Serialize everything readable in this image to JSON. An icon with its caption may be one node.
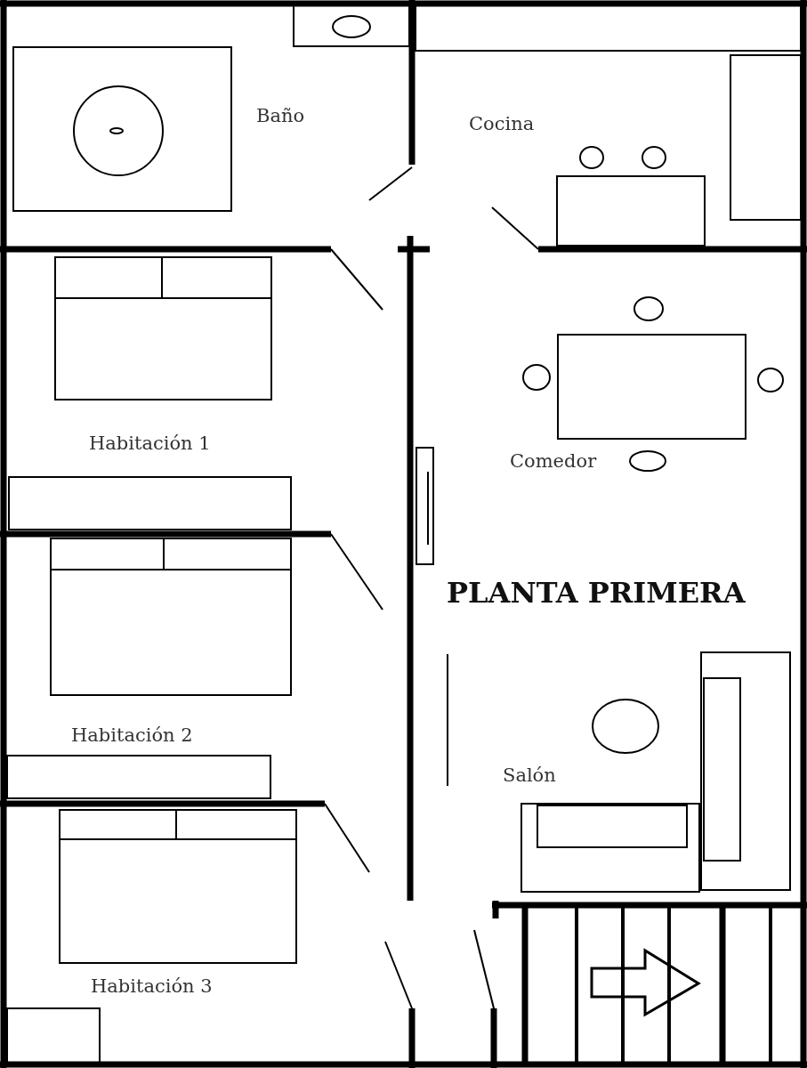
{
  "diagram": {
    "title": "PLANTA PRIMERA",
    "labels": [
      "Baño",
      "Cocina",
      "Habitación 1",
      "Comedor",
      "Habitación 2",
      "Salón",
      "Habitación 3"
    ]
  }
}
